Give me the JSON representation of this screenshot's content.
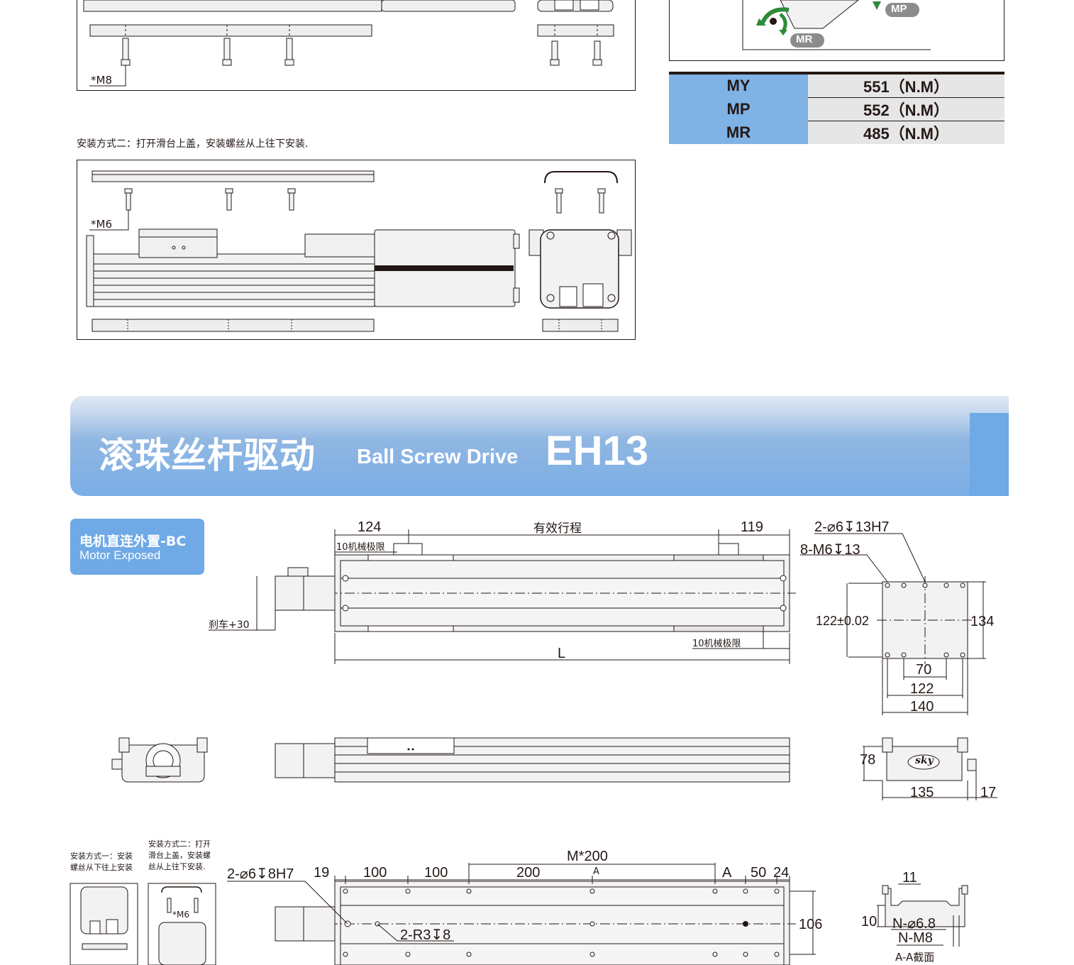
{
  "top": {
    "m8_label": "*M8",
    "method2_caption": "安装方式二：打开滑台上盖，安装螺丝从上往下安装.",
    "m6_label": "*M6",
    "moment_axes": {
      "mp": "MP",
      "mr": "MR"
    }
  },
  "moment_table": [
    {
      "key": "MY",
      "value": "551（N.M）"
    },
    {
      "key": "MP",
      "value": "552（N.M）"
    },
    {
      "key": "MR",
      "value": "485（N.M）"
    }
  ],
  "banner": {
    "title_cn": "滚珠丝杆驱动",
    "title_en": "Ball Screw Drive",
    "model": "EH13"
  },
  "badge": {
    "title": "电机直连外置-BC",
    "subtitle": "Motor Exposed"
  },
  "top_view": {
    "dim_left": "124",
    "effective_stroke": "有效行程",
    "dim_right": "119",
    "limit_top": "10机械极限",
    "limit_bottom": "10机械极限",
    "brake": "刹车+30",
    "length": "L"
  },
  "end_view": {
    "pin_holes": "2-⌀6↧13H7",
    "screw_holes": "8-M6↧13",
    "height_tol": "122±0.02",
    "height": "134",
    "w70": "70",
    "w122": "122",
    "w140": "140"
  },
  "side_end_view": {
    "height": "78",
    "width": "135",
    "ear": "17",
    "logo": "sky"
  },
  "bottom_view": {
    "method1": "安装方式一：安装螺丝从下往上安装",
    "method2": "安装方式二：打开滑台上盖，安装螺丝从上往下安装.",
    "m6": "*M6",
    "pin_holes": "2-⌀6↧8H7",
    "d19": "19",
    "d100a": "100",
    "d100b": "100",
    "d200": "200",
    "m200": "M*200",
    "section_mark": "A",
    "a_right": "A",
    "d50": "50",
    "d24": "24",
    "d106": "106",
    "r3": "2-R3↧8"
  },
  "section_view": {
    "d11": "11",
    "d10": "10",
    "holes_n": "N-⌀6.8",
    "screws_n": "N-M8",
    "title": "A-A截面"
  }
}
